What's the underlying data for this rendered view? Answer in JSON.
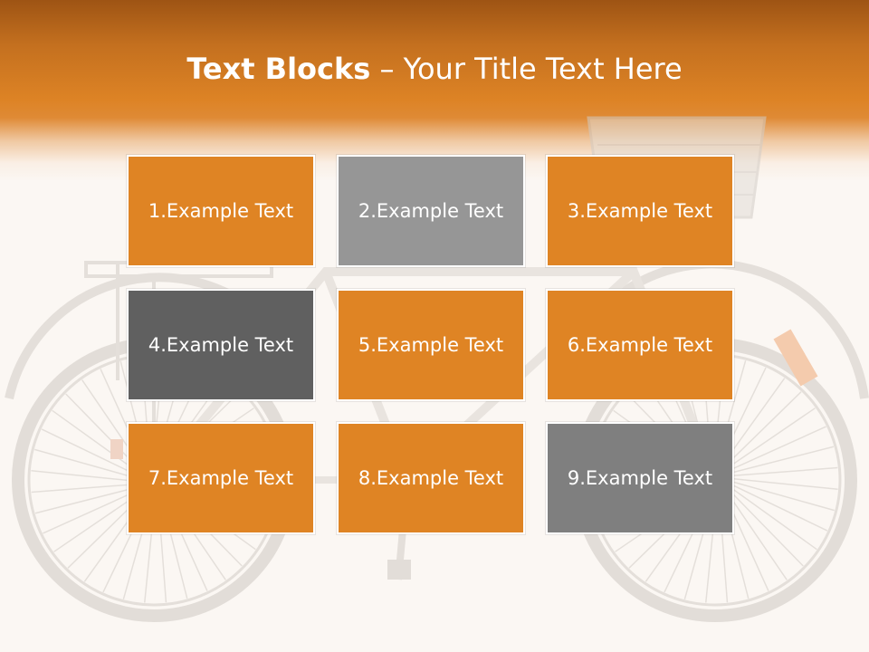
{
  "title": {
    "bold_part": "Text Blocks",
    "rest_part": " – Your Title Text Here"
  },
  "colors": {
    "orange": "#df8424",
    "dark_gray": "#606060",
    "mid_gray": "#7f7f7f",
    "light_gray": "#969696",
    "header": "#d9812a",
    "background": "#fbf7f3"
  },
  "blocks": [
    {
      "label": "1.Example Text",
      "color": "#df8424"
    },
    {
      "label": "2.Example Text",
      "color": "#969696"
    },
    {
      "label": "3.Example Text",
      "color": "#df8424"
    },
    {
      "label": "4.Example Text",
      "color": "#606060"
    },
    {
      "label": "5.Example Text",
      "color": "#df8424"
    },
    {
      "label": "6.Example Text",
      "color": "#df8424"
    },
    {
      "label": "7.Example Text",
      "color": "#df8424"
    },
    {
      "label": "8.Example Text",
      "color": "#df8424"
    },
    {
      "label": "9.Example Text",
      "color": "#7f7f7f"
    }
  ],
  "background_image": {
    "icon": "bicycle-illustration"
  }
}
